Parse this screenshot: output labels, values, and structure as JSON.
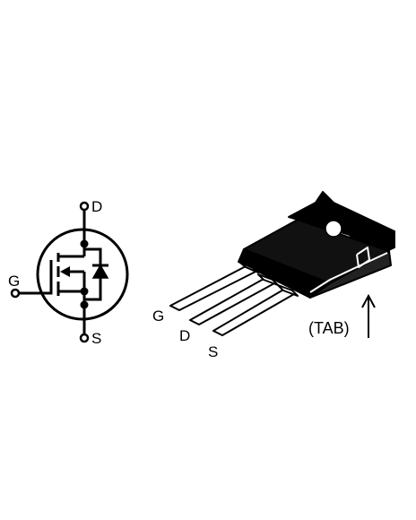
{
  "symbol": {
    "drain_label": "D",
    "gate_label": "G",
    "source_label": "S"
  },
  "package": {
    "gate_pin_label": "G",
    "drain_pin_label": "D",
    "source_pin_label": "S",
    "tab_label": "(TAB)"
  },
  "colors": {
    "ink": "#000000",
    "paper": "#ffffff"
  }
}
